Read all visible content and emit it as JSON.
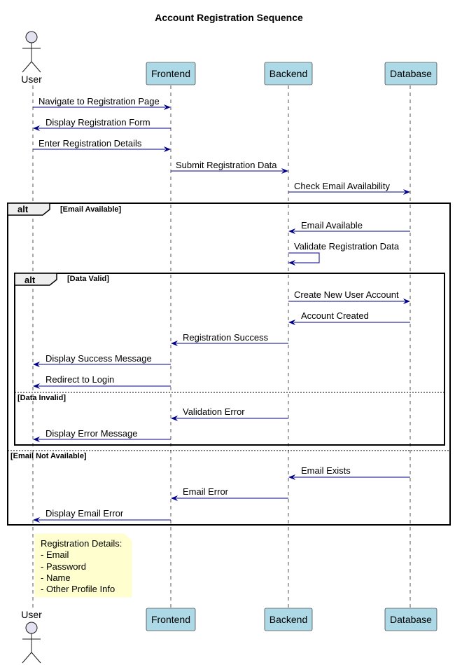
{
  "diagram": {
    "title": "Account Registration Sequence",
    "participants": [
      {
        "id": "user",
        "label": "User",
        "kind": "actor"
      },
      {
        "id": "frontend",
        "label": "Frontend",
        "kind": "participant"
      },
      {
        "id": "backend",
        "label": "Backend",
        "kind": "participant"
      },
      {
        "id": "database",
        "label": "Database",
        "kind": "participant"
      }
    ],
    "messages": [
      {
        "from": "user",
        "to": "frontend",
        "label": "Navigate to Registration Page"
      },
      {
        "from": "frontend",
        "to": "user",
        "label": "Display Registration Form"
      },
      {
        "from": "user",
        "to": "frontend",
        "label": "Enter Registration Details"
      },
      {
        "from": "frontend",
        "to": "backend",
        "label": "Submit Registration Data"
      },
      {
        "from": "backend",
        "to": "database",
        "label": "Check Email Availability"
      },
      {
        "from": "database",
        "to": "backend",
        "label": "Email Available"
      },
      {
        "from": "backend",
        "to": "backend",
        "label": "Validate Registration Data"
      },
      {
        "from": "backend",
        "to": "database",
        "label": "Create New User Account"
      },
      {
        "from": "database",
        "to": "backend",
        "label": "Account Created"
      },
      {
        "from": "backend",
        "to": "frontend",
        "label": "Registration Success"
      },
      {
        "from": "frontend",
        "to": "user",
        "label": "Display Success Message"
      },
      {
        "from": "frontend",
        "to": "user",
        "label": "Redirect to Login"
      },
      {
        "from": "backend",
        "to": "frontend",
        "label": "Validation Error"
      },
      {
        "from": "frontend",
        "to": "user",
        "label": "Display Error Message"
      },
      {
        "from": "database",
        "to": "backend",
        "label": "Email Exists"
      },
      {
        "from": "backend",
        "to": "frontend",
        "label": "Email Error"
      },
      {
        "from": "frontend",
        "to": "user",
        "label": "Display Email Error"
      }
    ],
    "fragments": {
      "outer": {
        "keyword": "alt",
        "guard": "[Email Available]",
        "else_guard": "[Email Not Available]"
      },
      "inner": {
        "keyword": "alt",
        "guard": "[Data Valid]",
        "else_guard": "[Data Invalid]"
      }
    },
    "note": {
      "lines": [
        "Registration Details:",
        "- Email",
        "- Password",
        "- Name",
        "- Other Profile Info"
      ]
    }
  }
}
